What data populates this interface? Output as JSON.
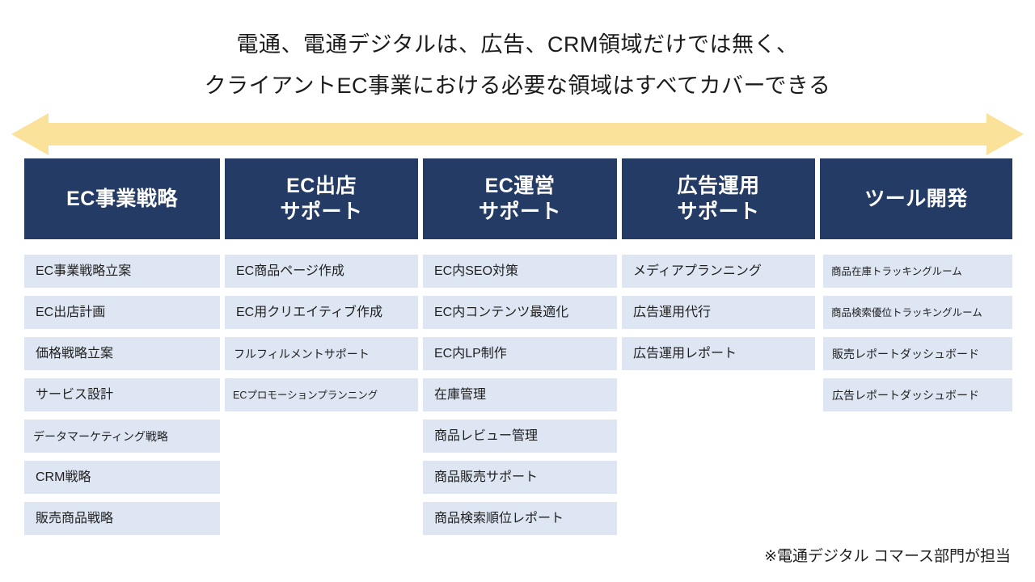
{
  "title": {
    "line1": "電通、電通デジタルは、広告、CRM領域だけでは無く、",
    "line2": "クライアントEC事業における必要な領域はすべてカバーできる"
  },
  "arrow": {
    "name": "double-headed-arrow",
    "color": "#FBE29A",
    "direction": "left-right"
  },
  "colors": {
    "header_navy": "#243B66",
    "item_light_blue": "#DDE6F2",
    "arrow_yellow": "#FBE29A",
    "text_dark": "#1F1F1F"
  },
  "columns": [
    {
      "header": "EC事業戦略",
      "items": [
        "EC事業戦略立案",
        "EC出店計画",
        "価格戦略立案",
        "サービス設計",
        "データマーケティング戦略",
        "CRM戦略",
        "販売商品戦略"
      ]
    },
    {
      "header": "EC出店\nサポート",
      "items": [
        "EC商品ページ作成",
        "EC用クリエイティブ作成",
        "フルフィルメントサポート",
        "ECプロモーションプランニング"
      ]
    },
    {
      "header": "EC運営\nサポート",
      "items": [
        "EC内SEO対策",
        "EC内コンテンツ最適化",
        "EC内LP制作",
        "在庫管理",
        "商品レビュー管理",
        "商品販売サポート",
        "商品検索順位レポート"
      ]
    },
    {
      "header": "広告運用\nサポート",
      "items": [
        "メディアプランニング",
        "広告運用代行",
        "広告運用レポート"
      ]
    },
    {
      "header": "ツール開発",
      "items": [
        "商品在庫トラッキングルーム",
        "商品検索優位トラッキングルーム",
        "販売レポートダッシュボード",
        "広告レポートダッシュボード"
      ]
    }
  ],
  "footnote": "※電通デジタル コマース部門が担当"
}
